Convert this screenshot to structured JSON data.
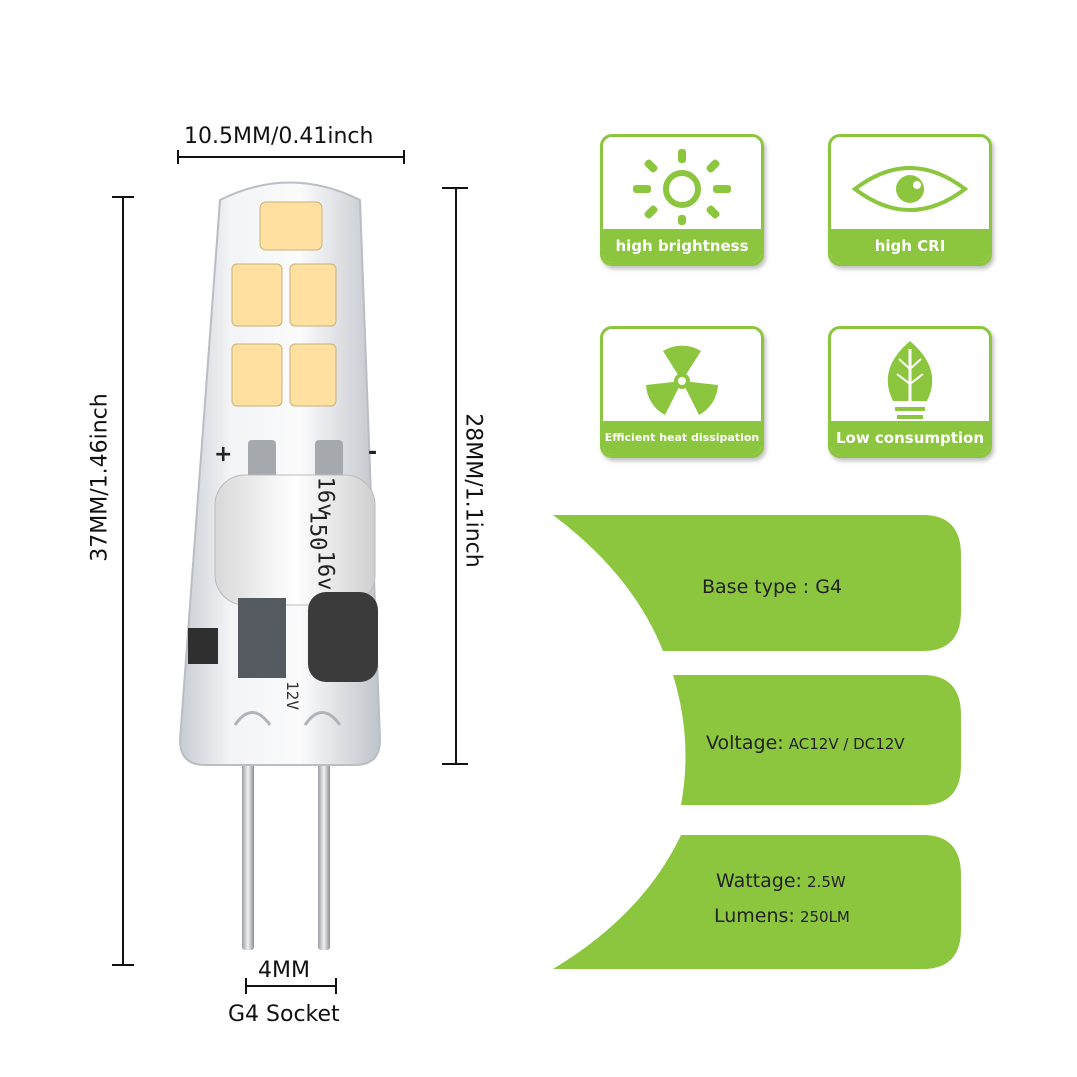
{
  "dimensions": {
    "width_label": "10.5MM/0.41inch",
    "height_label": "37MM/1.46inch",
    "led_height_label": "28MM/1.1inch",
    "pin_label": "4MM",
    "socket_label": "G4 Socket"
  },
  "bulb": {
    "polarity_plus": "+",
    "polarity_minus": "-",
    "cap_text_1": "16v",
    "cap_text_2": "150",
    "cap_text_3": "16v",
    "board_text": "12V"
  },
  "features": [
    {
      "label": "high brightness",
      "icon": "sun-icon"
    },
    {
      "label": "high CRI",
      "icon": "eye-icon"
    },
    {
      "label": "Efficient heat dissipation",
      "icon": "fan-icon"
    },
    {
      "label": "Low consumption",
      "icon": "leaf-bulb-icon"
    }
  ],
  "specs": {
    "base": {
      "label": "Base type : G4"
    },
    "voltage": {
      "label": "Voltage:",
      "value": "AC12V / DC12V"
    },
    "wattage": {
      "label": "Wattage:",
      "value": "2.5W"
    },
    "lumens": {
      "label": "Lumens:",
      "value": "250LM"
    }
  },
  "colors": {
    "accent": "#8cc63f",
    "led": "#ffe0a0"
  }
}
